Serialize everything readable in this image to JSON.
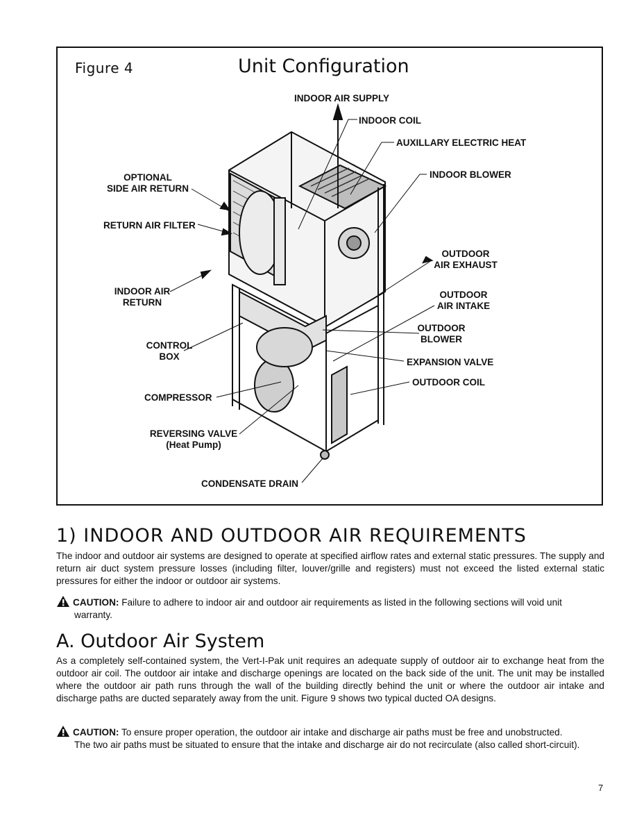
{
  "figure": {
    "number": "Figure 4",
    "title": "Unit Configuration",
    "callouts": {
      "indoor_air_supply": "INDOOR AIR SUPPLY",
      "indoor_coil": "INDOOR COIL",
      "aux_heat": "AUXILLARY ELECTRIC HEAT",
      "indoor_blower": "INDOOR BLOWER",
      "optional_side_return_1": "OPTIONAL",
      "optional_side_return_2": "SIDE AIR RETURN",
      "return_air_filter": "RETURN AIR FILTER",
      "outdoor_air_exhaust_1": "OUTDOOR",
      "outdoor_air_exhaust_2": "AIR EXHAUST",
      "indoor_air_return_1": "INDOOR AIR",
      "indoor_air_return_2": "RETURN",
      "outdoor_air_intake_1": "OUTDOOR",
      "outdoor_air_intake_2": "AIR INTAKE",
      "outdoor_blower_1": "OUTDOOR",
      "outdoor_blower_2": "BLOWER",
      "control_box_1": "CONTROL",
      "control_box_2": "BOX",
      "expansion_valve": "EXPANSION VALVE",
      "outdoor_coil": "OUTDOOR COIL",
      "compressor": "COMPRESSOR",
      "reversing_valve_1": "REVERSING VALVE",
      "reversing_valve_2": "(Heat Pump)",
      "condensate_drain": "CONDENSATE DRAIN"
    }
  },
  "section1": {
    "heading": "1)   INDOOR AND OUTDOOR AIR REQUIREMENTS",
    "paragraph": "The indoor and outdoor air systems are designed to operate at specified airflow rates and external static pressures. The supply and return air duct system pressure losses (including filter, louver/grille and registers) must not exceed the listed external static pressures for either the indoor or outdoor air systems.",
    "caution_label": "CAUTION:",
    "caution_text_1": "Failure to adhere to indoor air and outdoor air requirements as listed in the following sections will void unit",
    "caution_text_2": "warranty."
  },
  "sectionA": {
    "heading": "A.  Outdoor Air System",
    "paragraph": "As a completely self-contained system, the Vert-I-Pak unit requires an adequate supply of outdoor air to exchange heat from the outdoor air coil.  The outdoor air intake and discharge openings are located on the back side of the unit.  The unit may be installed where the outdoor air path runs through the wall of the building directly behind the unit or where the outdoor air intake and discharge paths are ducted separately away from the unit.  Figure 9 shows two typical ducted OA designs.",
    "caution_label": "CAUTION:",
    "caution_text_1": "To ensure proper operation, the outdoor air intake and discharge air paths must be free and unobstructed.",
    "caution_text_2": "The two air paths must be situated to ensure that the intake and discharge air do not recirculate (also called short-circuit)."
  },
  "page_number": "7",
  "icons": {
    "caution": "warning-triangle-icon"
  }
}
